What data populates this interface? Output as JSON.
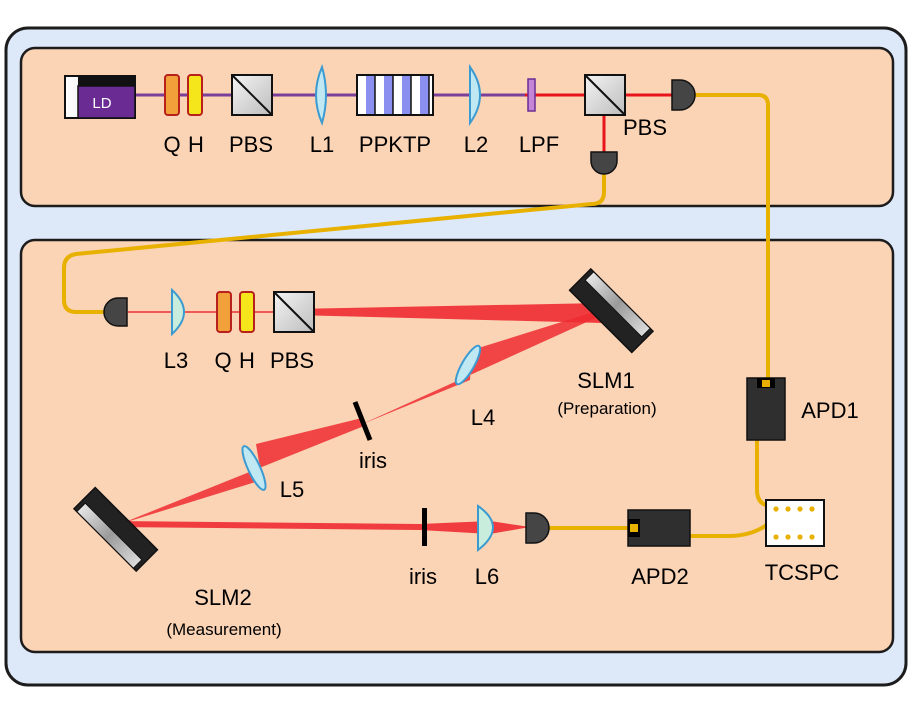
{
  "labels": {
    "ld": "LD",
    "q1": "Q",
    "h1": "H",
    "pbs1": "PBS",
    "l1": "L1",
    "ppktp": "PPKTP",
    "l2": "L2",
    "lpf": "LPF",
    "pbs2": "PBS",
    "l3": "L3",
    "q2": "Q",
    "h2": "H",
    "pbs3": "PBS",
    "slm1": "SLM1",
    "slm1_sub": "(Preparation)",
    "l4": "L4",
    "iris1": "iris",
    "l5": "L5",
    "apd1": "APD1",
    "slm2": "SLM2",
    "slm2_sub": "(Measurement)",
    "iris2": "iris",
    "l6": "L6",
    "apd2": "APD2",
    "tcspc": "TCSPC"
  },
  "colors": {
    "outer_panel": "#dde8f9",
    "inner_panel": "#fbd3b5",
    "violet_beam": "#7b3f9a",
    "red_beam": "#e8131b",
    "fiber": "#e8b100",
    "laser_body": "#6a2c93",
    "quarter_wave": "#f2a13a",
    "half_wave": "#f5e51b",
    "lens": "#bfe8f3",
    "lens_alt": "#c8eddc",
    "detector": "#454545"
  }
}
